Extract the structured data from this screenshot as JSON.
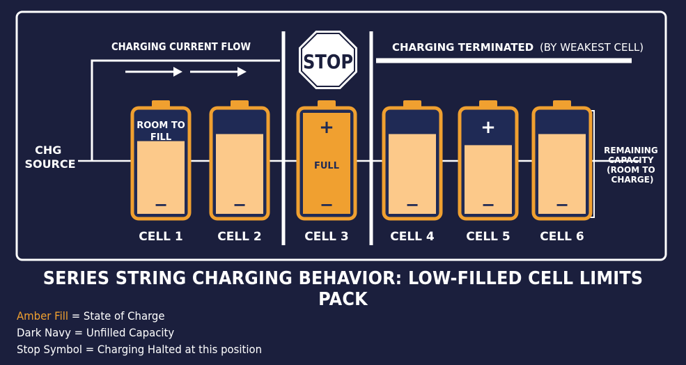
{
  "diagram": {
    "flow_label": "CHARGING CURRENT FLOW",
    "terminated_label_bold": "CHARGING TERMINATED",
    "terminated_label_rest": "(BY WEAKEST CELL)",
    "stop_label": "STOP",
    "source_label_line1": "CHG",
    "source_label_line2": "SOURCE",
    "remaining_label": [
      "REMAINING",
      "CAPACITY",
      "(ROOM TO",
      "CHARGE)"
    ],
    "cells": [
      {
        "label": "CELL 1",
        "fill": 0.72,
        "inner_text": [
          "ROOM TO",
          "FILL"
        ],
        "plus": false,
        "full": false
      },
      {
        "label": "CELL 2",
        "fill": 0.79,
        "inner_text": [],
        "plus": false,
        "full": false
      },
      {
        "label": "CELL 3",
        "fill": 1.0,
        "inner_text": [
          "FULL"
        ],
        "plus": true,
        "full": true
      },
      {
        "label": "CELL 4",
        "fill": 0.79,
        "inner_text": [],
        "plus": false,
        "full": false
      },
      {
        "label": "CELL 5",
        "fill": 0.68,
        "inner_text": [],
        "plus": true,
        "full": false
      },
      {
        "label": "CELL 6",
        "fill": 0.79,
        "inner_text": [],
        "plus": false,
        "full": false
      }
    ],
    "minus_symbol": "−",
    "plus_symbol": "+"
  },
  "title": "SERIES STRING CHARGING BEHAVIOR: LOW-FILLED CELL LIMITS PACK",
  "legend": [
    {
      "key": "Amber Fill",
      "desc": " = State of Charge"
    },
    {
      "key": "",
      "desc": "Dark Navy = Unfilled Capacity"
    },
    {
      "key": "",
      "desc": "Stop Symbol = Charging Halted at this position"
    }
  ],
  "colors": {
    "background": "#1b1f3d",
    "amber": "#f0a030",
    "light_fill": "#fcc98a",
    "navy": "#1f2a55",
    "white": "#ffffff"
  }
}
